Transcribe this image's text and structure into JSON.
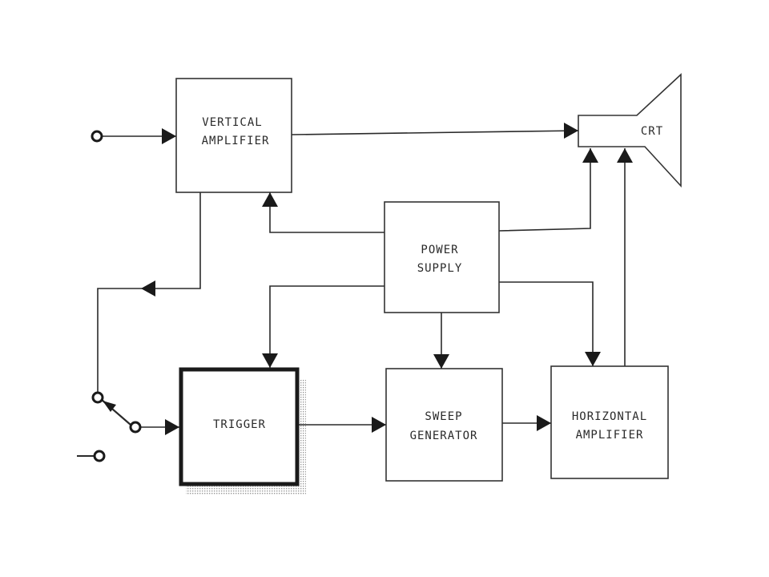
{
  "blocks": {
    "vertical_amplifier": {
      "line1": "VERTICAL",
      "line2": "AMPLIFIER"
    },
    "crt": {
      "label": "CRT"
    },
    "power_supply": {
      "line1": "POWER",
      "line2": "SUPPLY"
    },
    "trigger": {
      "label": "TRIGGER"
    },
    "sweep_generator": {
      "line1": "SWEEP",
      "line2": "GENERATOR"
    },
    "horizontal_amplifier": {
      "line1": "HORIZONTAL",
      "line2": "AMPLIFIER"
    }
  },
  "colors": {
    "line": "#2a2a2a",
    "background": "#ffffff"
  }
}
